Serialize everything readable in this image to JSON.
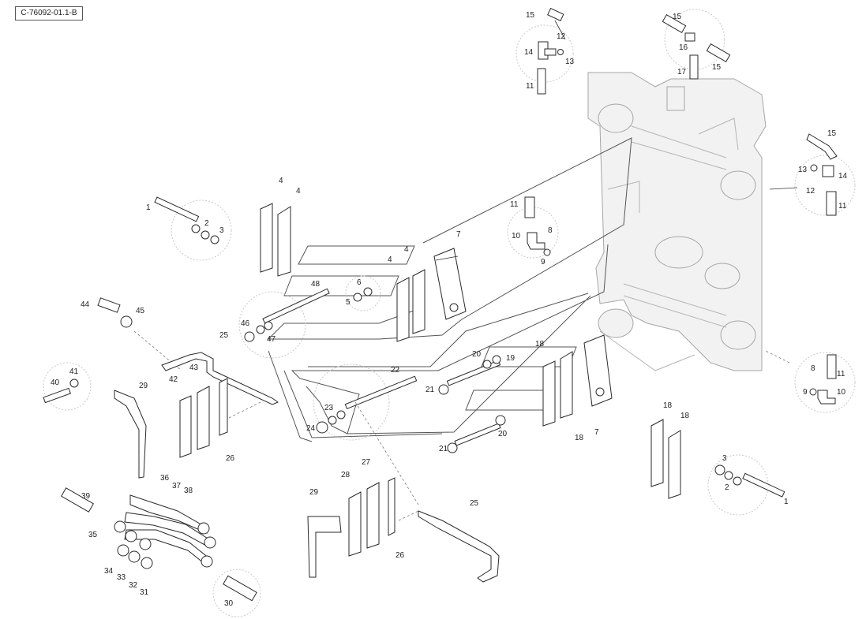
{
  "drawing_reference": "C-76092-01.1-B",
  "callouts": [
    {
      "id": "c15a",
      "text": "15"
    },
    {
      "id": "c12a",
      "text": "12"
    },
    {
      "id": "c14a",
      "text": "14"
    },
    {
      "id": "c13a",
      "text": "13"
    },
    {
      "id": "c11a",
      "text": "11"
    },
    {
      "id": "c15b",
      "text": "15"
    },
    {
      "id": "c16",
      "text": "16"
    },
    {
      "id": "c17",
      "text": "17"
    },
    {
      "id": "c15c",
      "text": "15"
    },
    {
      "id": "c15d",
      "text": "15"
    },
    {
      "id": "c13b",
      "text": "13"
    },
    {
      "id": "c14b",
      "text": "14"
    },
    {
      "id": "c12b",
      "text": "12"
    },
    {
      "id": "c11b",
      "text": "11"
    },
    {
      "id": "c11c",
      "text": "11"
    },
    {
      "id": "c10a",
      "text": "10"
    },
    {
      "id": "c8a",
      "text": "8"
    },
    {
      "id": "c9a",
      "text": "9"
    },
    {
      "id": "c7a",
      "text": "7"
    },
    {
      "id": "c4a",
      "text": "4"
    },
    {
      "id": "c4b",
      "text": "4"
    },
    {
      "id": "c4c",
      "text": "4"
    },
    {
      "id": "c4d",
      "text": "4"
    },
    {
      "id": "c1a",
      "text": "1"
    },
    {
      "id": "c2a",
      "text": "2"
    },
    {
      "id": "c3a",
      "text": "3"
    },
    {
      "id": "c48",
      "text": "48"
    },
    {
      "id": "c6",
      "text": "6"
    },
    {
      "id": "c5",
      "text": "5"
    },
    {
      "id": "c46",
      "text": "46"
    },
    {
      "id": "c47",
      "text": "47"
    },
    {
      "id": "c44",
      "text": "44"
    },
    {
      "id": "c45",
      "text": "45"
    },
    {
      "id": "c25a",
      "text": "25"
    },
    {
      "id": "c43",
      "text": "43"
    },
    {
      "id": "c42",
      "text": "42"
    },
    {
      "id": "c41",
      "text": "41"
    },
    {
      "id": "c40",
      "text": "40"
    },
    {
      "id": "c29a",
      "text": "29"
    },
    {
      "id": "c26a",
      "text": "26"
    },
    {
      "id": "c22",
      "text": "22"
    },
    {
      "id": "c23",
      "text": "23"
    },
    {
      "id": "c24",
      "text": "24"
    },
    {
      "id": "c18a",
      "text": "18"
    },
    {
      "id": "c20a",
      "text": "20"
    },
    {
      "id": "c19",
      "text": "19"
    },
    {
      "id": "c21a",
      "text": "21"
    },
    {
      "id": "c20b",
      "text": "20"
    },
    {
      "id": "c21b",
      "text": "21"
    },
    {
      "id": "c18b",
      "text": "18"
    },
    {
      "id": "c7b",
      "text": "7"
    },
    {
      "id": "c8b",
      "text": "8"
    },
    {
      "id": "c11d",
      "text": "11"
    },
    {
      "id": "c9b",
      "text": "9"
    },
    {
      "id": "c10b",
      "text": "10"
    },
    {
      "id": "c18c",
      "text": "18"
    },
    {
      "id": "c18d",
      "text": "18"
    },
    {
      "id": "c3b",
      "text": "3"
    },
    {
      "id": "c2b",
      "text": "2"
    },
    {
      "id": "c1b",
      "text": "1"
    },
    {
      "id": "c36",
      "text": "36"
    },
    {
      "id": "c37",
      "text": "37"
    },
    {
      "id": "c38",
      "text": "38"
    },
    {
      "id": "c39",
      "text": "39"
    },
    {
      "id": "c35",
      "text": "35"
    },
    {
      "id": "c34",
      "text": "34"
    },
    {
      "id": "c33",
      "text": "33"
    },
    {
      "id": "c32",
      "text": "32"
    },
    {
      "id": "c31",
      "text": "31"
    },
    {
      "id": "c30",
      "text": "30"
    },
    {
      "id": "c27",
      "text": "27"
    },
    {
      "id": "c28",
      "text": "28"
    },
    {
      "id": "c29b",
      "text": "29"
    },
    {
      "id": "c26b",
      "text": "26"
    },
    {
      "id": "c25b",
      "text": "25"
    }
  ]
}
